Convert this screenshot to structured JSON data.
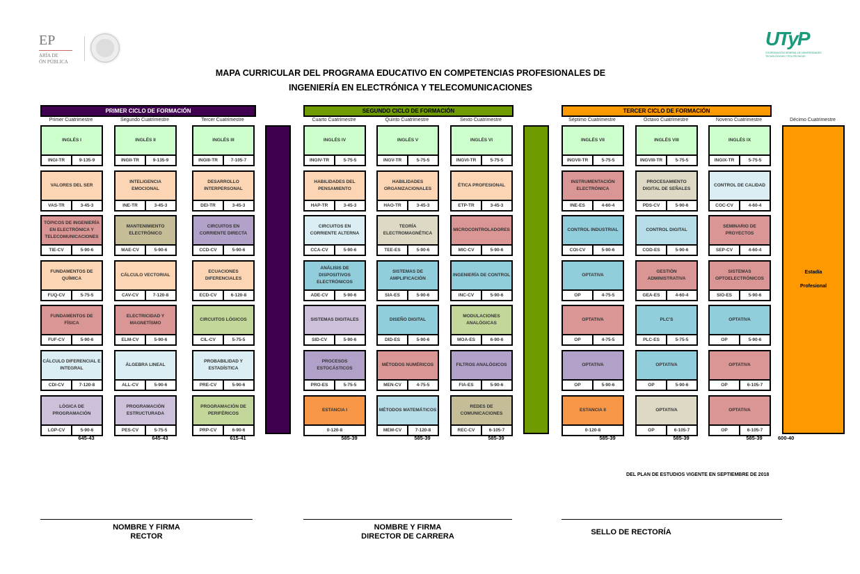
{
  "logos": {
    "sep_text": "EP",
    "sep_sub1": "ARÍA DE",
    "sep_sub2": "ÓN PÚBLICA",
    "utp_text": "UTyP",
    "utp_sub": "COORDINACIÓN GENERAL DE UNIVERSIDADES TECNOLÓGICAS Y POLITÉCNICAS"
  },
  "title_line1": "MAPA CURRICULAR DEL PROGRAMA EDUCATIVO EN COMPETENCIAS PROFESIONALES DE",
  "title_line2": "INGENIERÍA EN ELECTRÓNICA Y TELECOMUNICACIONES",
  "cycles": [
    {
      "label": "PRIMER CICLO DE FORMACIÓN",
      "color": "#3f0050"
    },
    {
      "label": "SEGUNDO CICLO DE FORMACIÓN",
      "color": "#6f9a00"
    },
    {
      "label": "TERCER CICLO DE FORMACIÓN",
      "color": "#ff9900"
    }
  ],
  "colors": {
    "G": "#ccffcc",
    "P": "#fcd5b4",
    "R": "#da9694",
    "K": "#c4bd97",
    "V": "#b1a0c7",
    "LB": "#daeef3",
    "L": "#ccc0da",
    "O": "#c4d79b",
    "B": "#92cddc",
    "OR": "#f79646",
    "BG": "#ddd9c4",
    "B2": "#b7dee8"
  },
  "columns": [
    {
      "header": "Primer Cuatrimestre",
      "total": "645-43",
      "cards": [
        {
          "title": "INGLÉS I",
          "code": "INGI-TR",
          "credits": "9-135-9",
          "color": "G"
        },
        {
          "title": "VALORES DEL SER",
          "code": "VAS-TR",
          "credits": "3-45-3",
          "color": "P"
        },
        {
          "title": "TÓPICOS DE INGENIERÍA EN ELECTRÓNICA Y TELECOMUNICACIONES",
          "code": "TIE-CV",
          "credits": "5-90-6",
          "color": "R"
        },
        {
          "title": "FUNDAMENTOS DE QUÍMICA",
          "code": "FUQ-CV",
          "credits": "5-75-5",
          "color": "P"
        },
        {
          "title": "FUNDAMENTOS DE FÍSICA",
          "code": "FUF-CV",
          "credits": "5-90-6",
          "color": "R"
        },
        {
          "title": "CÁLCULO DIFERENCIAL E INTEGRAL",
          "code": "CDI-CV",
          "credits": "7-120-8",
          "color": "LB"
        },
        {
          "title": "LÓGICA DE PROGRAMACIÓN",
          "code": "LOP-CV",
          "credits": "5-90-6",
          "color": "L"
        }
      ]
    },
    {
      "header": "Segundo Cuatrimestre",
      "total": "645-43",
      "cards": [
        {
          "title": "INGLÉS II",
          "code": "INGII-TR",
          "credits": "9-135-9",
          "color": "G"
        },
        {
          "title": "INTELIGENCIA EMOCIONAL",
          "code": "INE-TR",
          "credits": "3-45-3",
          "color": "P"
        },
        {
          "title": "MANTENIMIENTO ELECTRÓNICO",
          "code": "MAE-CV",
          "credits": "5-90-6",
          "color": "K"
        },
        {
          "title": "CÁLCULO VECTORIAL",
          "code": "CAV-CV",
          "credits": "7-120-8",
          "color": "P"
        },
        {
          "title": "ELECTRICIDAD Y MAGNETÍSMO",
          "code": "ELM-CV",
          "credits": "5-90-6",
          "color": "R"
        },
        {
          "title": "ÁLGEBRA LINEAL",
          "code": "ALL-CV",
          "credits": "5-90-6",
          "color": "LB"
        },
        {
          "title": "PROGRAMACIÓN ESTRUCTURADA",
          "code": "PES-CV",
          "credits": "5-75-5",
          "color": "L"
        }
      ]
    },
    {
      "header": "Tercer Cuatrimestre",
      "total": "615-41",
      "cards": [
        {
          "title": "INGLÉS III",
          "code": "INGIII-TR",
          "credits": "7-105-7",
          "color": "G"
        },
        {
          "title": "DESARROLLO INTERPERSONAL",
          "code": "DEI-TR",
          "credits": "3-45-3",
          "color": "P"
        },
        {
          "title": "CIRCUITOS EN CORRIENTE DIRECTA",
          "code": "CCD-CV",
          "credits": "5-90-6",
          "color": "V"
        },
        {
          "title": "ECUACIONES DIFERENCIALES",
          "code": "ECD-CV",
          "credits": "6-120-8",
          "color": "P"
        },
        {
          "title": "CIRCUITOS LÓGICOS",
          "code": "CIL-CV",
          "credits": "5-75-5",
          "color": "O"
        },
        {
          "title": "PROBABILIDAD Y ESTADÍSTICA",
          "code": "PRE-CV",
          "credits": "5-90-6",
          "color": "LB"
        },
        {
          "title": "PROGRAMACIÓN DE PERIFÉRICOS",
          "code": "PRP-CV",
          "credits": "6-90-6",
          "color": "O"
        }
      ]
    },
    {
      "header": "Cuarto Cuatrimestre",
      "total": "585-39",
      "cards": [
        {
          "title": "INGLÉS IV",
          "code": "INGIV-TR",
          "credits": "5-75-5",
          "color": "G"
        },
        {
          "title": "HABILIDADES DEL PENSAMIENTO",
          "code": "HAP-TR",
          "credits": "3-45-3",
          "color": "P"
        },
        {
          "title": "CIRCUITOS EN CORRIENTE ALTERNA",
          "code": "CCA-CV",
          "credits": "5-90-6",
          "color": "LB"
        },
        {
          "title": "ANÁLISIS DE DISPOSITIVOS ELECTRÓNICOS",
          "code": "ADE-CV",
          "credits": "5-90-6",
          "color": "B"
        },
        {
          "title": "SISTEMAS DIGITALES",
          "code": "SID-CV",
          "credits": "5-90-6",
          "color": "L"
        },
        {
          "title": "PROCESOS ESTOCÁSTICOS",
          "code": "PRO-ES",
          "credits": "5-75-5",
          "color": "V"
        },
        {
          "title": "ESTANCIA I",
          "code": "",
          "credits": "0-120-8",
          "color": "OR"
        }
      ]
    },
    {
      "header": "Quinto Cuatrimestre",
      "total": "585-39",
      "cards": [
        {
          "title": "INGLÉS V",
          "code": "INGV-TR",
          "credits": "5-75-5",
          "color": "G"
        },
        {
          "title": "HABILIDADES ORGANIZACIONALES",
          "code": "HAO-TR",
          "credits": "3-45-3",
          "color": "P"
        },
        {
          "title": "TEORÍA ELECTROMAGNÉTICA",
          "code": "TEE-ES",
          "credits": "5-90-6",
          "color": "BG"
        },
        {
          "title": "SISTEMAS DE AMPLIFICACIÓN",
          "code": "SIA-ES",
          "credits": "5-90-6",
          "color": "B"
        },
        {
          "title": "DISEÑO DIGITAL",
          "code": "DID-ES",
          "credits": "5-90-6",
          "color": "B"
        },
        {
          "title": "MÉTODOS NUMÉRICOS",
          "code": "MEN-CV",
          "credits": "4-75-5",
          "color": "R"
        },
        {
          "title": "MÉTODOS MATEMÁTICOS",
          "code": "MEM-CV",
          "credits": "7-120-8",
          "color": "B2"
        }
      ]
    },
    {
      "header": "Sexto Cuatrimestre",
      "total": "585-39",
      "cards": [
        {
          "title": "INGLÉS VI",
          "code": "INGVI-TR",
          "credits": "5-75-5",
          "color": "G"
        },
        {
          "title": "ÉTICA PROFESIONAL",
          "code": "ETP-TR",
          "credits": "3-45-3",
          "color": "P"
        },
        {
          "title": "MICROCONTROLADORES",
          "code": "MIC-CV",
          "credits": "5-90-6",
          "color": "R"
        },
        {
          "title": "INGENIERÍA DE CONTROL",
          "code": "INC-CV",
          "credits": "5-90-6",
          "color": "B"
        },
        {
          "title": "MODULACIONES ANALÓGICAS",
          "code": "MOA-ES",
          "credits": "6-90-6",
          "color": "O"
        },
        {
          "title": "FILTROS ANALÓGICOS",
          "code": "FIA-ES",
          "credits": "5-90-6",
          "color": "V"
        },
        {
          "title": "REDES DE COMUNICACIONES",
          "code": "REC-CV",
          "credits": "6-105-7",
          "color": "K"
        }
      ]
    },
    {
      "header": "Séptimo Cuatrimestre",
      "total": "585-39",
      "cards": [
        {
          "title": "INGLÉS VII",
          "code": "INGVII-TR",
          "credits": "5-75-5",
          "color": "G"
        },
        {
          "title": "INSTRUMENTACIÓN ELECTRÓNICA",
          "code": "INE-ES",
          "credits": "4-60-4",
          "color": "R"
        },
        {
          "title": "CONTROL INDUSTRIAL",
          "code": "COI-CV",
          "credits": "5-90-6",
          "color": "B"
        },
        {
          "title": "OPTATIVA",
          "code": "OP",
          "credits": "4-75-5",
          "color": "B"
        },
        {
          "title": "OPTATIVA",
          "code": "OP",
          "credits": "4-75-5",
          "color": "R"
        },
        {
          "title": "OPTATIVA",
          "code": "OP",
          "credits": "5-90-6",
          "color": "V"
        },
        {
          "title": "ESTANCIA II",
          "code": "",
          "credits": "0-120-8",
          "color": "OR"
        }
      ]
    },
    {
      "header": "Octavo Cuatrimestre",
      "total": "585-39",
      "cards": [
        {
          "title": "INGLÉS VIII",
          "code": "INGVIII-TR",
          "credits": "5-75-5",
          "color": "G"
        },
        {
          "title": "PROCESAMIENTO DIGITAL DE SEÑALES",
          "code": "PDS-CV",
          "credits": "5-90-6",
          "color": "BG"
        },
        {
          "title": "CONTROL DIGITAL",
          "code": "COD-ES",
          "credits": "5-90-6",
          "color": "B2"
        },
        {
          "title": "GESTIÓN ADMINISTRATIVA",
          "code": "GEA-ES",
          "credits": "4-60-4",
          "color": "R"
        },
        {
          "title": "PLC'S",
          "code": "PLC-ES",
          "credits": "5-75-5",
          "color": "B"
        },
        {
          "title": "OPTATIVA",
          "code": "OP",
          "credits": "5-90-6",
          "color": "B"
        },
        {
          "title": "OPTATIVA",
          "code": "OP",
          "credits": "6-105-7",
          "color": "BG"
        }
      ]
    },
    {
      "header": "Noveno Cuatrimestre",
      "total": "585-39",
      "cards": [
        {
          "title": "INGLÉS IX",
          "code": "INGIX-TR",
          "credits": "5-75-5",
          "color": "G"
        },
        {
          "title": "CONTROL DE CALIDAD",
          "code": "COC-CV",
          "credits": "4-60-4",
          "color": "LB"
        },
        {
          "title": "SEMINARIO DE PROYECTOS",
          "code": "SEP-CV",
          "credits": "4-60-4",
          "color": "R"
        },
        {
          "title": "SISTEMAS OPTOELECTRÓNICOS",
          "code": "SIO-ES",
          "credits": "5-90-6",
          "color": "R"
        },
        {
          "title": "OPTATIVA",
          "code": "OP",
          "credits": "5-90-6",
          "color": "B"
        },
        {
          "title": "OPTATIVA",
          "code": "OP",
          "credits": "6-105-7",
          "color": "R"
        },
        {
          "title": "OPTATIVA",
          "code": "OP",
          "credits": "6-105-7",
          "color": "R"
        }
      ]
    }
  ],
  "decimo": {
    "header": "Décimo Cuatrimestre",
    "title_line1": "Estadía",
    "title_line2": "Profesional",
    "total": "600-40",
    "color": "#ff9900"
  },
  "plan_note": "DEL PLAN DE ESTUDIOS VIGENTE EN SEPTIEMBRE DE 2018",
  "signatures": [
    {
      "line1": "NOMBRE Y FIRMA",
      "line2": "RECTOR"
    },
    {
      "line1": "NOMBRE Y FIRMA",
      "line2": "DIRECTOR DE CARRERA"
    },
    {
      "line1": "SELLO DE RECTORÍA",
      "line2": ""
    }
  ]
}
